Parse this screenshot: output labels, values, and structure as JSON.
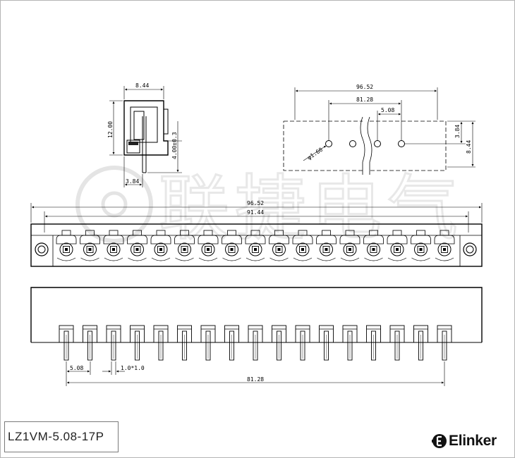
{
  "watermark": {
    "text": "联捷电气"
  },
  "side_view": {
    "dim_width": "8.44",
    "dim_height": "12.00",
    "dim_pin_len": "4.00±0.3",
    "dim_pin_offset": "3.84"
  },
  "pcb_layout": {
    "dim_total": "96.52",
    "dim_pitch_span": "81.28",
    "dim_pitch": "5.08",
    "dim_hole": "φ1.60",
    "dim_row_offset": "3.84",
    "dim_depth": "8.44"
  },
  "front_view": {
    "dim_total": "96.52",
    "dim_inner": "91.44",
    "positions": 17
  },
  "bottom_view": {
    "dim_pitch": "5.08",
    "dim_pin": "1.0*1.0",
    "dim_span": "81.28",
    "positions": 17
  },
  "part_number": "LZ1VM-5.08-17P",
  "brand": {
    "name": "Elinker",
    "icon": "elinker-logo-icon"
  }
}
